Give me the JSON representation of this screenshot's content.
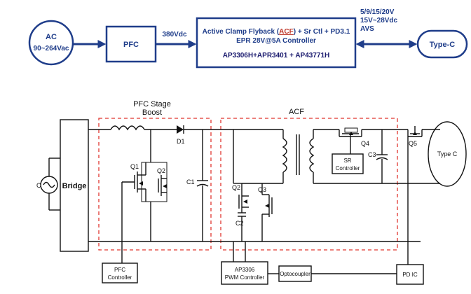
{
  "block_diagram": {
    "ac_source": {
      "line1": "AC",
      "line2": "90~264Vac"
    },
    "pfc_block": {
      "label": "PFC"
    },
    "bus_voltage": "380Vdc",
    "controller_block": {
      "line1_pre": "Active Clamp Flyback (",
      "line1_acf": "ACF",
      "line1_post": ") + Sr Ctl + PD3.1",
      "line2": "EPR 28V@5A Controller",
      "line3": "AP3306H+APR3401 + AP43771H"
    },
    "output_spec": {
      "line1": "5/9/15/20V",
      "line2": "15V~28Vdc",
      "line3": "AVS"
    },
    "typec_block": {
      "label": "Type-C"
    }
  },
  "schematic": {
    "pfc_stage_title": {
      "line1": "PFC Stage",
      "line2": "Boost"
    },
    "acf_title": "ACF",
    "ac_label": "C",
    "bridge": "Bridge",
    "labels": {
      "d1": "D1",
      "q1": "Q1",
      "q2_pfc": "Q2",
      "c1": "C1",
      "q2_acf": "Q2",
      "q3": "Q3",
      "c2": "C2",
      "q4": "Q4",
      "c3": "C3",
      "q5": "Q5"
    },
    "sr_controller": {
      "line1": "SR",
      "line2": "Controller"
    },
    "typec": "Type C",
    "pfc_controller": {
      "line1": "PFC",
      "line2": "Controller"
    },
    "pwm_controller": {
      "line1": "AP3306",
      "line2": "PWM Controller"
    },
    "optocoupler": "Optocoupler",
    "pd_ic": "PD IC"
  },
  "colors": {
    "block_blue": "#1f3d8a",
    "dashed_red": "#e0362f",
    "wire": "#111111"
  }
}
